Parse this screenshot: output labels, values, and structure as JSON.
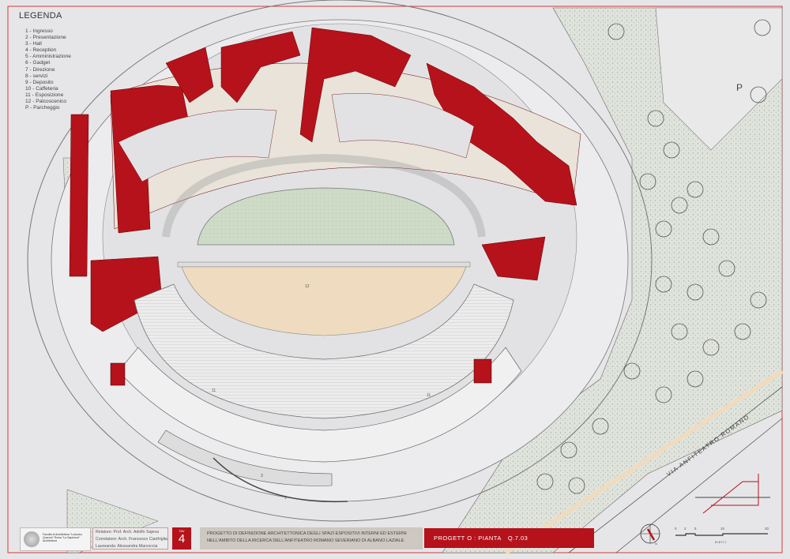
{
  "legend": {
    "title": "LEGENDA",
    "items": [
      "1 - Ingresso",
      "2 - Presentazione",
      "3 - Hall",
      "4 - Reception",
      "5 - Amministrazione",
      "6 - Gadget",
      "7 - Direzione",
      "8 - servizi",
      "9 - Deposito",
      "10 - Caffeteria",
      "11 - Esposizione",
      "12 - Palcoscenico",
      "P - Parcheggio"
    ]
  },
  "plan_labels": {
    "stage": "12",
    "exhibit_left": "11",
    "exhibit_right": "11",
    "parking": "P",
    "entrance": "1",
    "hall": "3",
    "street": "VIA ANFITEATRO ROMANO",
    "north": "N"
  },
  "scale": {
    "ticks": [
      "0",
      "2",
      "5",
      "10",
      "20"
    ],
    "unit": "metri"
  },
  "title_block": {
    "logo_text": "Facoltà di Architettura \"Ludovico Quaroni\" Roma \"La Sapienza\" Architettura",
    "relatore": "Relatore: Prof. Arch. Adolfo Sajeva",
    "correlatore": "Correlatore: Arch. Francesco Cianfriglia",
    "laureanda": "Laureanda: Alessandra Marcoccia",
    "tav_label": "TAV",
    "tav_number": "4",
    "description_line1": "PROGETTO DI DEFINIZIONE ARCHITETTONICA DEGLI SPAZI ESPOSITIVI INTERNI ED ESTERNI",
    "description_line2": "NELL'AMBITO DELLA RICERCA  DELL'ANFITEATRO ROMANO SEVERIANO  DI ALBANO LAZIALE",
    "sheet_title": "PROGETT O  :  PIANTA",
    "sheet_code": "Q.7.03"
  },
  "colors": {
    "accent": "#b5121b",
    "paper": "#e6e6e8",
    "green": "#cfdcc8",
    "sand": "#efdcc0"
  }
}
